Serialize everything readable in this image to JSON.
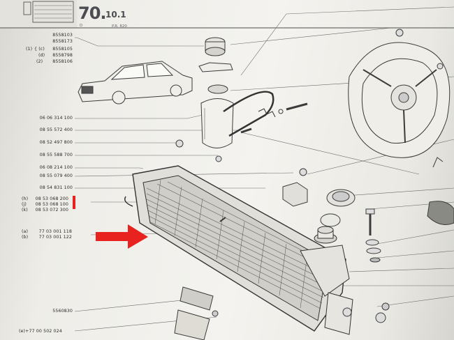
{
  "header": {
    "page_number": "70.",
    "section": "10.1",
    "sub_left": "D",
    "sub_right": "P.R. 820"
  },
  "top_refs": {
    "ref_1": "8558103",
    "ref_2": "8558173",
    "ref_3": "(1)",
    "ref_4": "{ (c)",
    "ref_5": "8558105",
    "ref_6": "(d)",
    "ref_7": "8558798",
    "ref_8": "(2)",
    "ref_9": "8558106"
  },
  "part_refs": [
    "06 06 314 100",
    "08 55 572 400",
    "08 52 497 800",
    "08 55 588 700",
    "06 08 214 100",
    "08 55 079 400",
    "08 54 831 100"
  ],
  "group_refs": [
    {
      "label": "(h)",
      "number": "08 53 068 200"
    },
    {
      "label": "(j)",
      "number": "08 53 068 100"
    },
    {
      "label": "(k)",
      "number": "08 53 072 300"
    }
  ],
  "bottom_refs": [
    {
      "label": "(a)",
      "number": "77 03 001 118"
    },
    {
      "label": "(b)",
      "number": "77 03 001 122"
    }
  ],
  "lower_ref": "5560830",
  "footer_ref": "(e)+77 00 502 024",
  "colors": {
    "highlight": "#e8231f",
    "ink": "#2e2e2e",
    "paper": "#f1f0eb"
  }
}
